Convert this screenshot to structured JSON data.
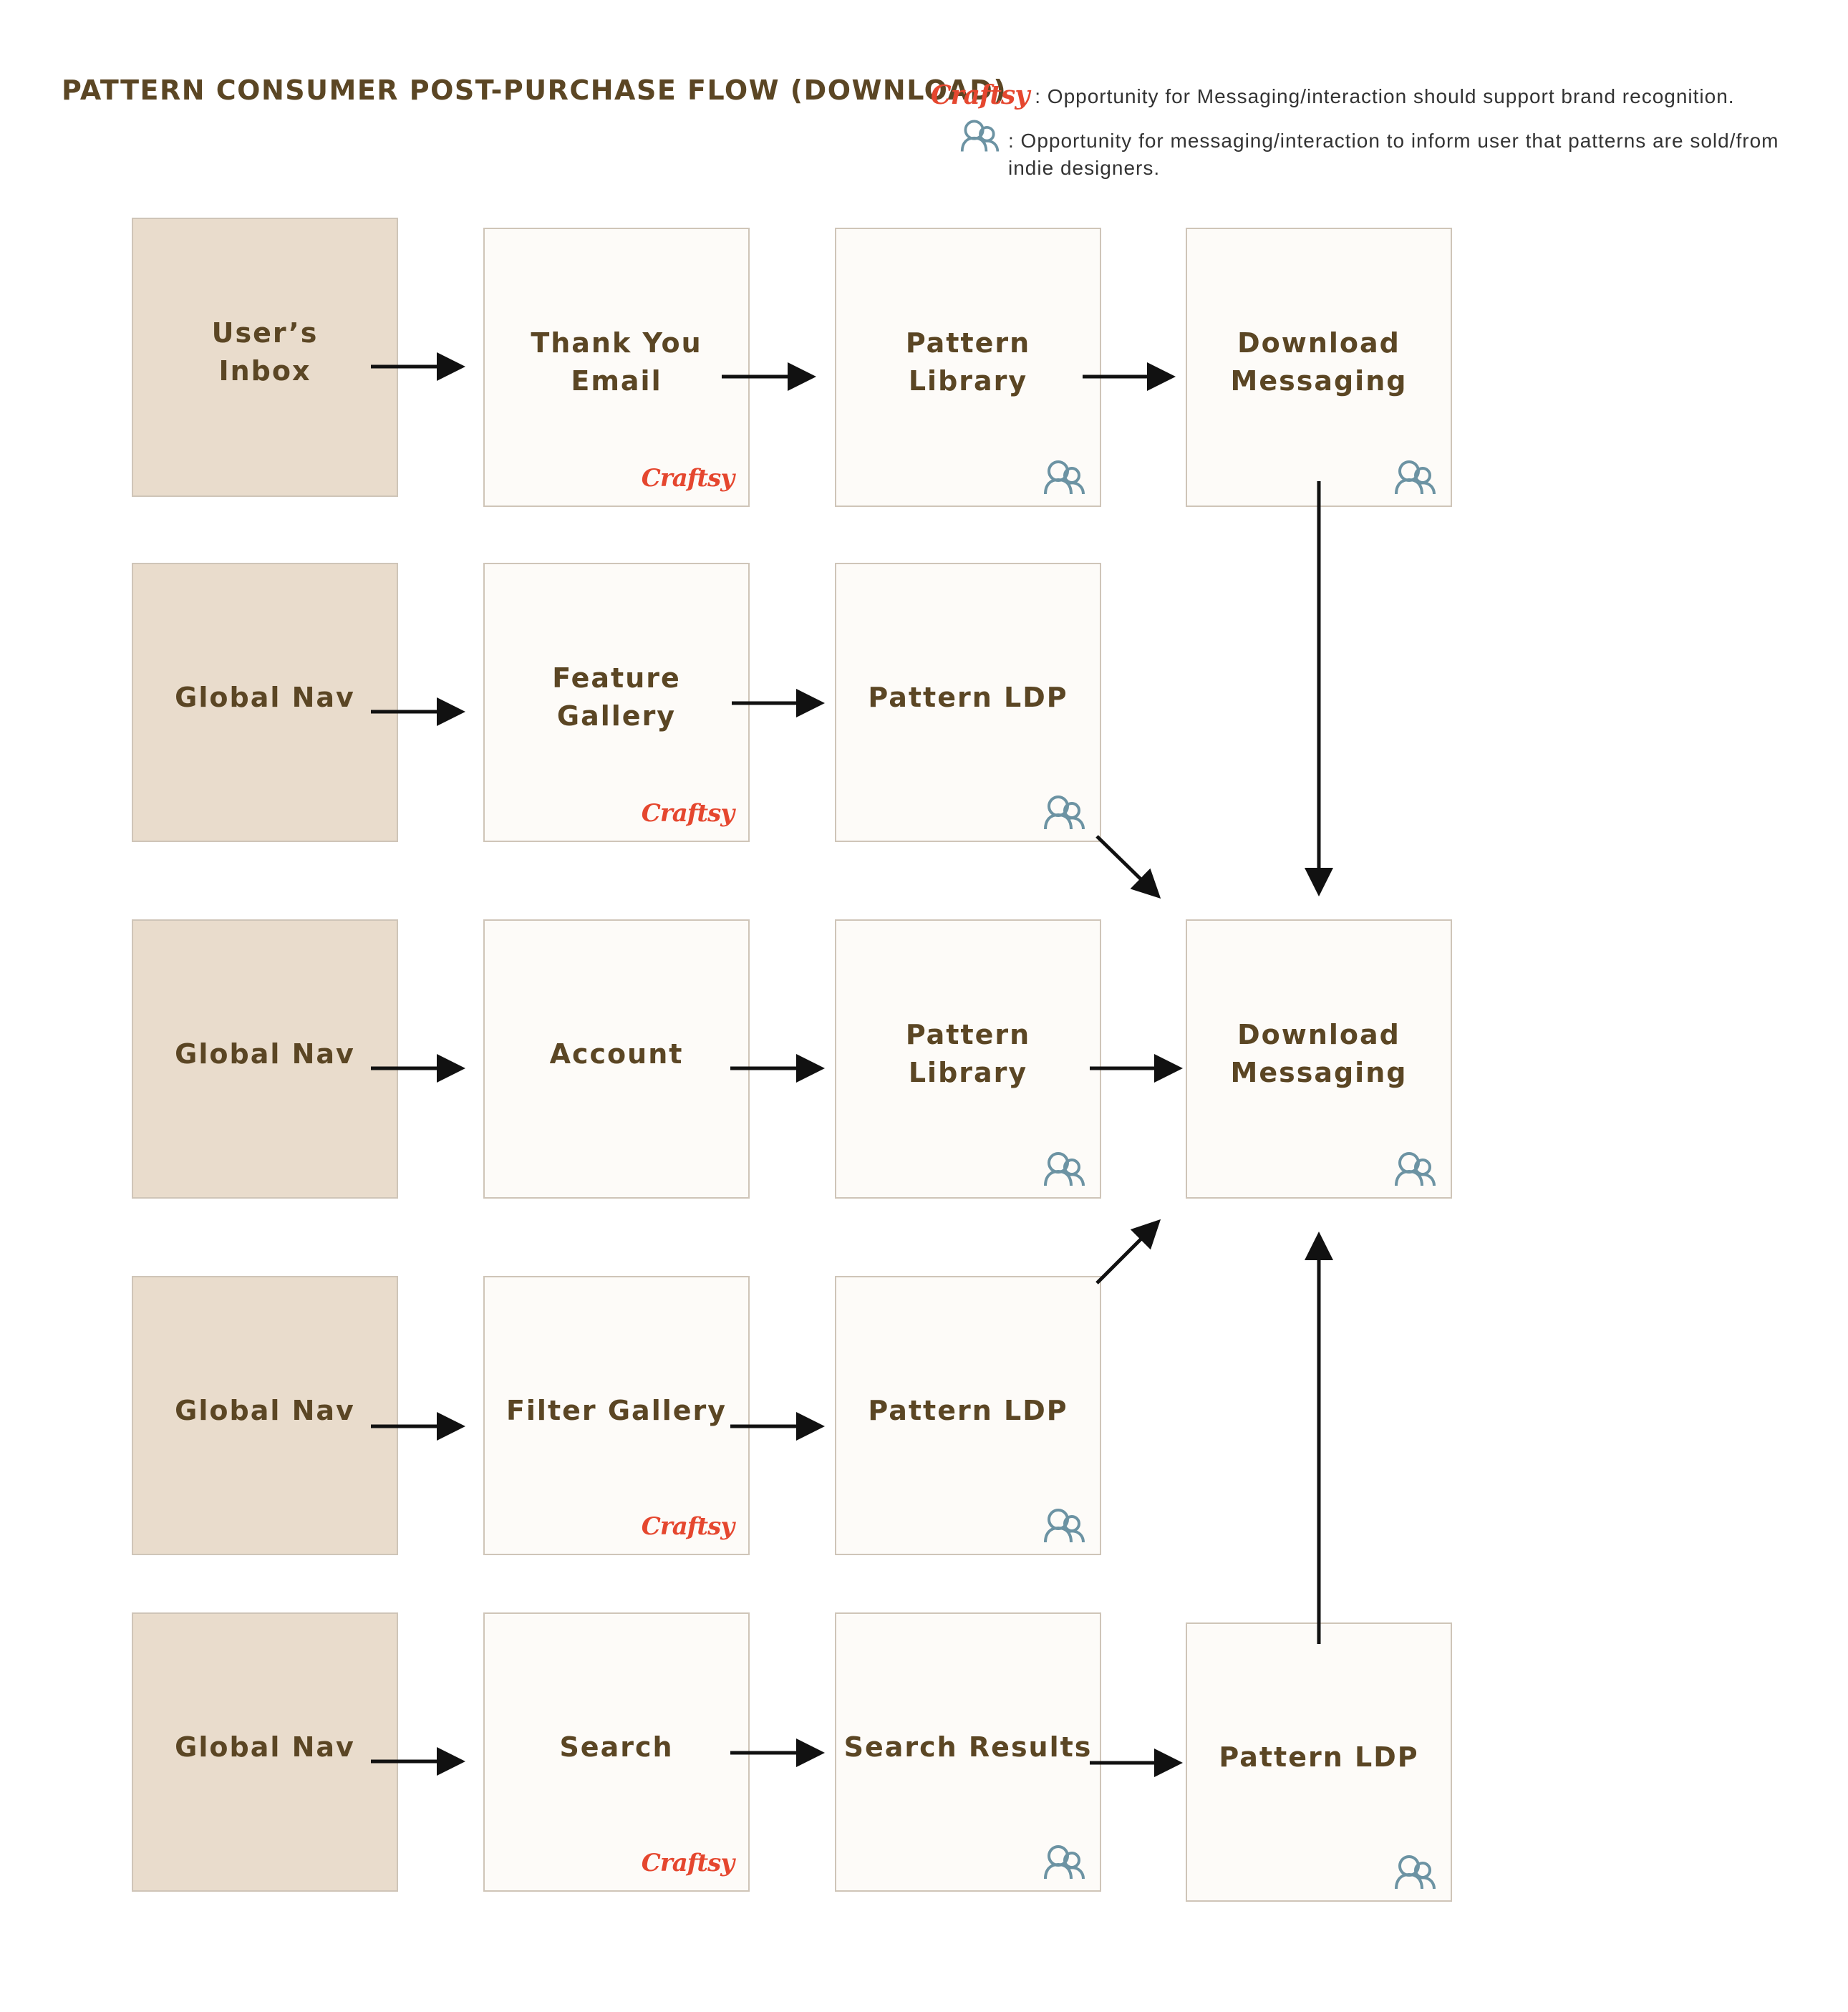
{
  "title": "PATTERN CONSUMER POST-PURCHASE FLOW (DOWNLOAD)",
  "legend": [
    {
      "icon": "craftsy-logo",
      "logo_text": "Craftsy",
      "text": ": Opportunity for Messaging/interaction should support brand recognition."
    },
    {
      "icon": "people-icon",
      "text": ": Opportunity for messaging/interaction to inform user that patterns are sold/from indie designers."
    }
  ],
  "colors": {
    "title": "#5b4624",
    "source_fill": "#e9dccc",
    "screen_fill": "#fdfbf8",
    "craftsy": "#e5472f",
    "people_icon": "#6c93a3",
    "arrow": "#111111"
  },
  "nodes": {
    "r1_inbox": {
      "label": "User’s\nInbox"
    },
    "r1_thankyou": {
      "label": "Thank You\nEmail",
      "badge": "Craftsy"
    },
    "r1_library": {
      "label": "Pattern Library"
    },
    "r1_download": {
      "label": "Download\nMessaging"
    },
    "r2_nav": {
      "label": "Global Nav"
    },
    "r2_feature": {
      "label": "Feature Gallery",
      "badge": "Craftsy"
    },
    "r2_ldp": {
      "label": "Pattern LDP"
    },
    "r3_nav": {
      "label": "Global Nav"
    },
    "r3_account": {
      "label": "Account"
    },
    "r3_library": {
      "label": "Pattern Library"
    },
    "r3_download": {
      "label": "Download\nMessaging"
    },
    "r4_nav": {
      "label": "Global Nav"
    },
    "r4_filter": {
      "label": "Filter Gallery",
      "badge": "Craftsy"
    },
    "r4_ldp": {
      "label": "Pattern LDP"
    },
    "r5_nav": {
      "label": "Global Nav"
    },
    "r5_search": {
      "label": "Search",
      "badge": "Craftsy"
    },
    "r5_results": {
      "label": "Search Results"
    },
    "r5_ldp": {
      "label": "Pattern LDP"
    }
  }
}
